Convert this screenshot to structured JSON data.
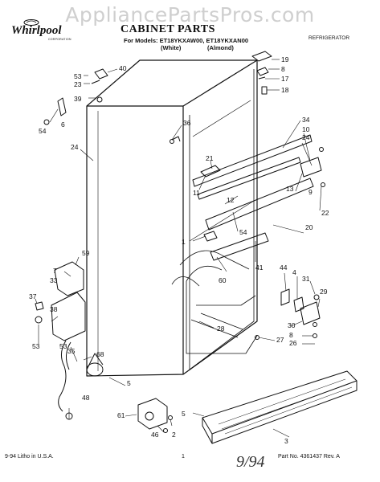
{
  "watermark": "AppliancePartsPros.com",
  "header": {
    "brand": "Whirlpool",
    "brand_sub": "CORPORATION",
    "title": "CABINET PARTS",
    "models": "For Models: ET18YKXAW00, ET18YKXAN00",
    "variant_white": "(White)",
    "variant_almond": "(Almond)",
    "product": "REFRIGERATOR"
  },
  "callouts": [
    "19",
    "8",
    "17",
    "18",
    "40",
    "53",
    "23",
    "39",
    "54",
    "6",
    "36",
    "34",
    "10",
    "24",
    "21",
    "11",
    "12",
    "54",
    "13",
    "22",
    "20",
    "9",
    "24",
    "1",
    "41",
    "60",
    "59",
    "7",
    "37",
    "38",
    "53",
    "53",
    "68",
    "48",
    "5",
    "44",
    "4",
    "31",
    "29",
    "30",
    "8",
    "26",
    "27",
    "28",
    "61",
    "46",
    "2",
    "5",
    "3",
    "33",
    "35"
  ],
  "footer": {
    "left": "9-94 Litho in U.S.A.",
    "page": "1",
    "part_no": "Part No. 4361437 Rev. A",
    "handwritten": "9/94"
  }
}
